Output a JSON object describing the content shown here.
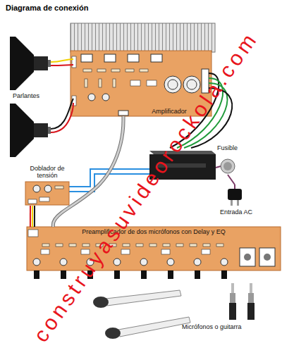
{
  "diagram": {
    "title": "Diagrama de conexión",
    "nodes": [
      {
        "text": [
          "Amplificador"
        ]
      },
      {
        "text": [
          "Doblador de tensión"
        ]
      },
      {
        "text": [
          "Fusible"
        ]
      },
      {
        "text": [
          "Entrada AC"
        ]
      },
      {
        "text": [
          "Preamplificador de dos micrófonos con Delay y EQ"
        ]
      }
    ],
    "edges": [
      {
        "from": 4,
        "to": 0,
        "arrow": "none"
      },
      {
        "from": 1,
        "to": 4,
        "arrow": "none"
      },
      {
        "from": 2,
        "to": 3,
        "arrow": "none"
      }
    ],
    "labels": [
      "Parlantes",
      "Micrófonos o guitarra",
      "construyasuvideorockola.com"
    ]
  }
}
